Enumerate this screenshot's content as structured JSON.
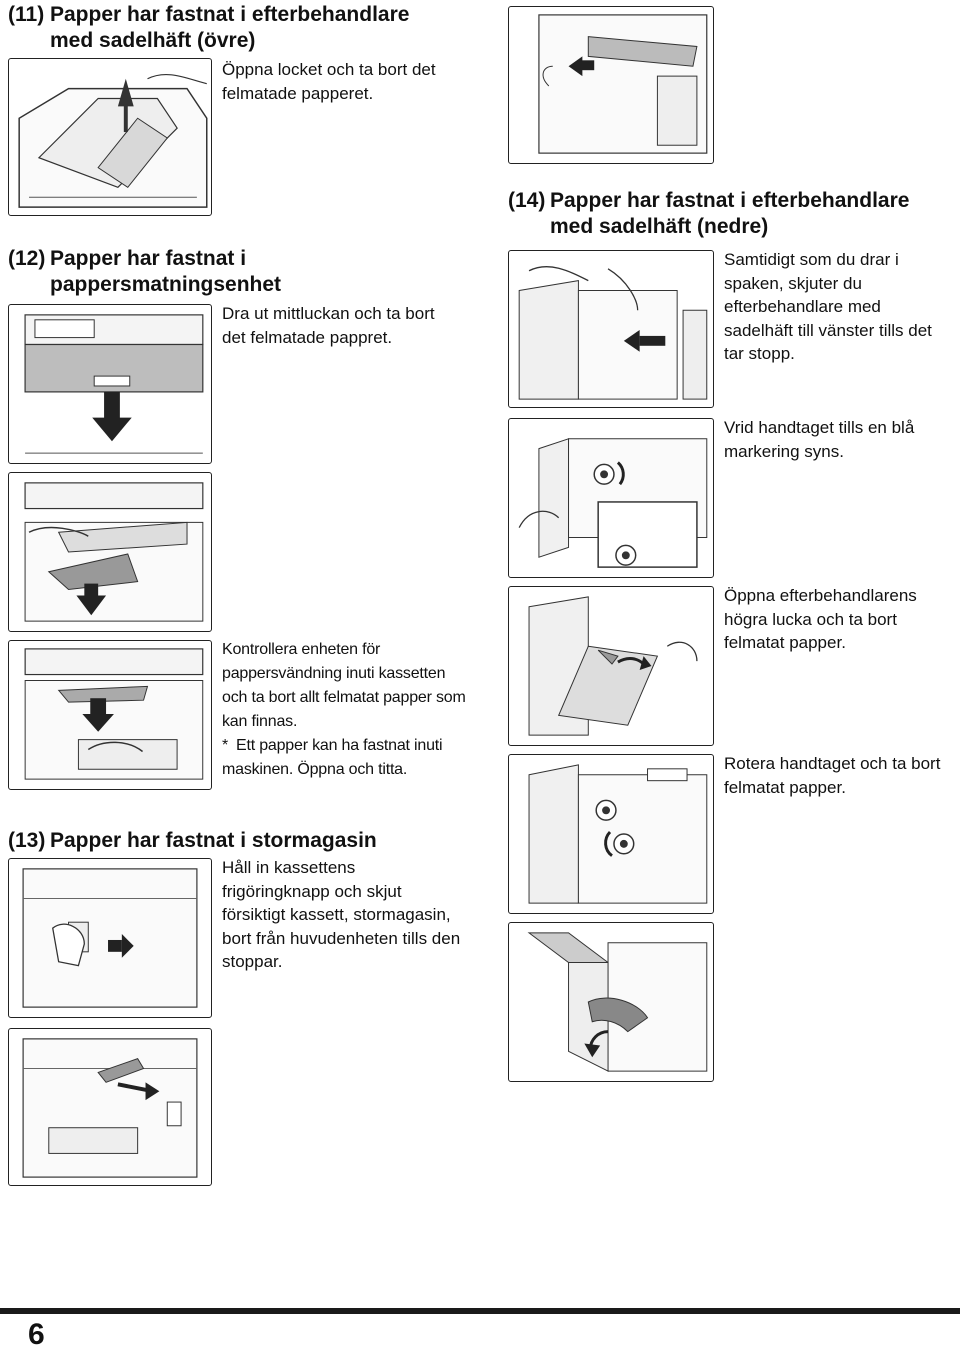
{
  "sections": {
    "s11": {
      "num": "(11)",
      "title_line1": "Papper har fastnat i efterbehandlare",
      "title_line2": "med sadelhäft (övre)",
      "step1": "Öppna locket och ta bort det felmatade papperet."
    },
    "s12": {
      "num": "(12)",
      "title_line1": "Papper har fastnat i",
      "title_line2": "pappersmatningsenhet",
      "step1": "Dra ut mittluckan och ta bort det felmatade pappret.",
      "step2": "Kontrollera enheten för pappersvändning inuti kassetten och ta bort allt felmatat papper som kan finnas.",
      "note_star": "*",
      "note": "Ett papper kan ha fastnat inuti maskinen. Öppna och titta."
    },
    "s13": {
      "num": "(13)",
      "title": "Papper har fastnat i stormagasin",
      "step1": "Håll in kassettens frigöringknapp och skjut försiktigt kassett, stormagasin, bort från huvudenheten tills den stoppar."
    },
    "s14": {
      "num": "(14)",
      "title_line1": "Papper har fastnat i efterbehandlare",
      "title_line2": "med sadelhäft (nedre)",
      "step1": "Samtidigt som du drar i spaken, skjuter du efterbehandlare med sadelhäft till vänster tills det tar stopp.",
      "step2": "Vrid handtaget tills en blå markering syns.",
      "step3": "Öppna efterbehandlarens högra lucka och ta bort felmatat papper.",
      "step4": "Rotera handtaget och ta bort felmatat papper."
    }
  },
  "page_number": "6"
}
